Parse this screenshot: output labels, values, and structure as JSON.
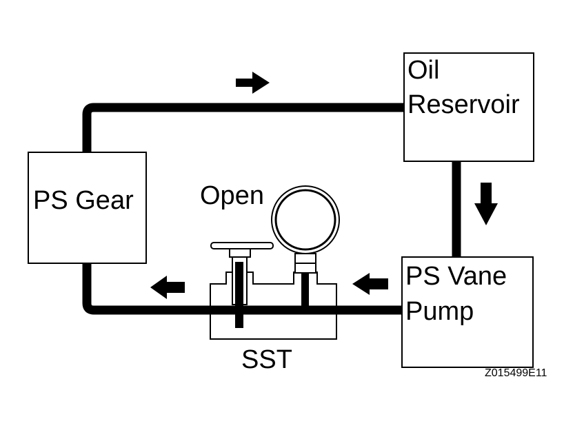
{
  "labels": {
    "ps_gear": "PS Gear",
    "oil_reservoir_line1": "Oil",
    "oil_reservoir_line2": "Reservoir",
    "ps_vane_pump_line1": "PS Vane",
    "ps_vane_pump_line2": "Pump",
    "valve_state": "Open",
    "tool": "SST",
    "figure_code": "Z015499E11"
  },
  "colors": {
    "line": "#000000",
    "background": "#ffffff"
  },
  "icons": {
    "flow_direction": "arrow-icon",
    "gauge": "pressure-gauge-icon",
    "valve": "valve-handle-icon"
  }
}
